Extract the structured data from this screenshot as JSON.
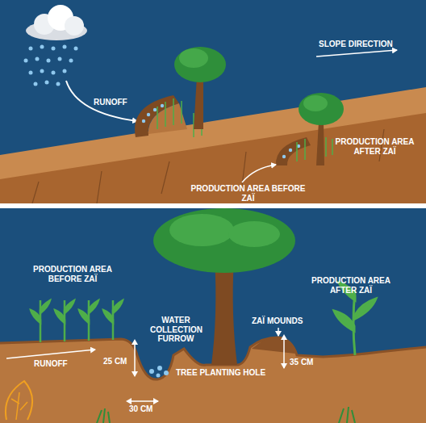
{
  "diagram": {
    "labels": [
      "SLOPE DIRECTION",
      "RUNOFF",
      "PRODUCTION AREA AFTER ZAÏ",
      "PRODUCTION AREA BEFORE ZAÏ",
      "PRODUCTION AREA BEFORE ZAÏ",
      "WATER COLLECTION FURROW",
      "ZAÏ MOUNDS",
      "PRODUCTION AREA AFTER ZAÏ",
      "RUNOFF",
      "25 CM",
      "30 CM",
      "TREE PLANTING HOLE",
      "35 CM"
    ]
  }
}
